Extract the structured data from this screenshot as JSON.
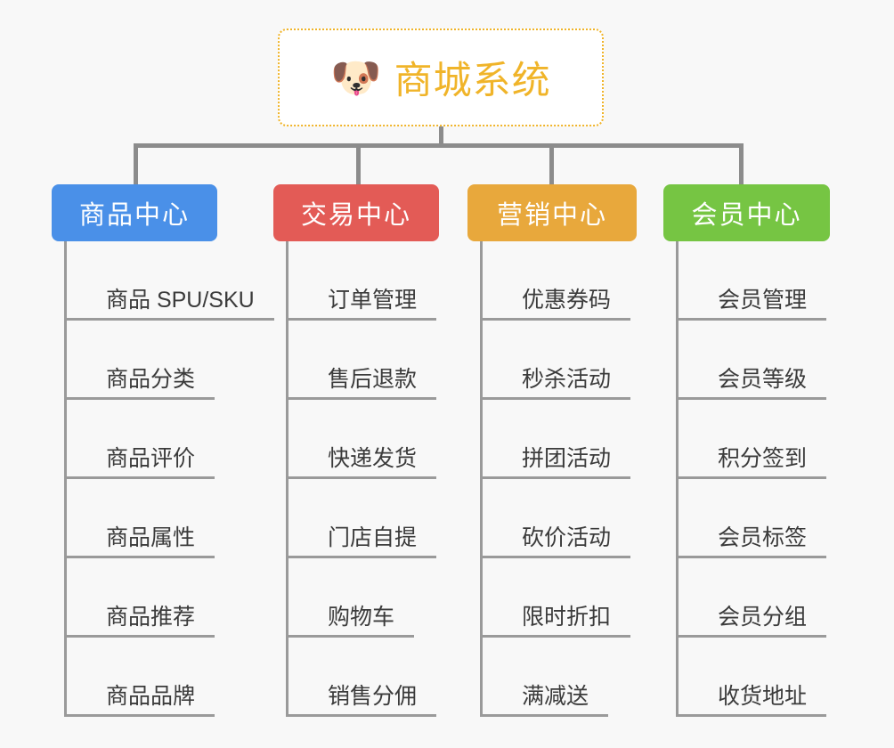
{
  "page": {
    "background_color": "#f8f8f8",
    "line_color": "#8c8c8c"
  },
  "root": {
    "icon": "shiba-dog-face-emoji",
    "emoji": "🐶",
    "title": "商城系统",
    "text_color": "#f0b429",
    "border_color": "#f0b429",
    "border_style": "dotted"
  },
  "columns": [
    {
      "id": "product-center",
      "title": "商品中心",
      "color": "#4a90e8",
      "items": [
        {
          "label": "商品 SPU/SKU"
        },
        {
          "label": "商品分类"
        },
        {
          "label": "商品评价"
        },
        {
          "label": "商品属性"
        },
        {
          "label": "商品推荐"
        },
        {
          "label": "商品品牌"
        }
      ]
    },
    {
      "id": "trade-center",
      "title": "交易中心",
      "color": "#e35b56",
      "items": [
        {
          "label": "订单管理"
        },
        {
          "label": "售后退款"
        },
        {
          "label": "快递发货"
        },
        {
          "label": "门店自提"
        },
        {
          "label": "购物车"
        },
        {
          "label": "销售分佣"
        }
      ]
    },
    {
      "id": "marketing-center",
      "title": "营销中心",
      "color": "#e8a83c",
      "items": [
        {
          "label": "优惠券码"
        },
        {
          "label": "秒杀活动"
        },
        {
          "label": "拼团活动"
        },
        {
          "label": "砍价活动"
        },
        {
          "label": "限时折扣"
        },
        {
          "label": "满减送"
        }
      ]
    },
    {
      "id": "member-center",
      "title": "会员中心",
      "color": "#76c543",
      "items": [
        {
          "label": "会员管理"
        },
        {
          "label": "会员等级"
        },
        {
          "label": "积分签到"
        },
        {
          "label": "会员标签"
        },
        {
          "label": "会员分组"
        },
        {
          "label": "收货地址"
        }
      ]
    }
  ]
}
